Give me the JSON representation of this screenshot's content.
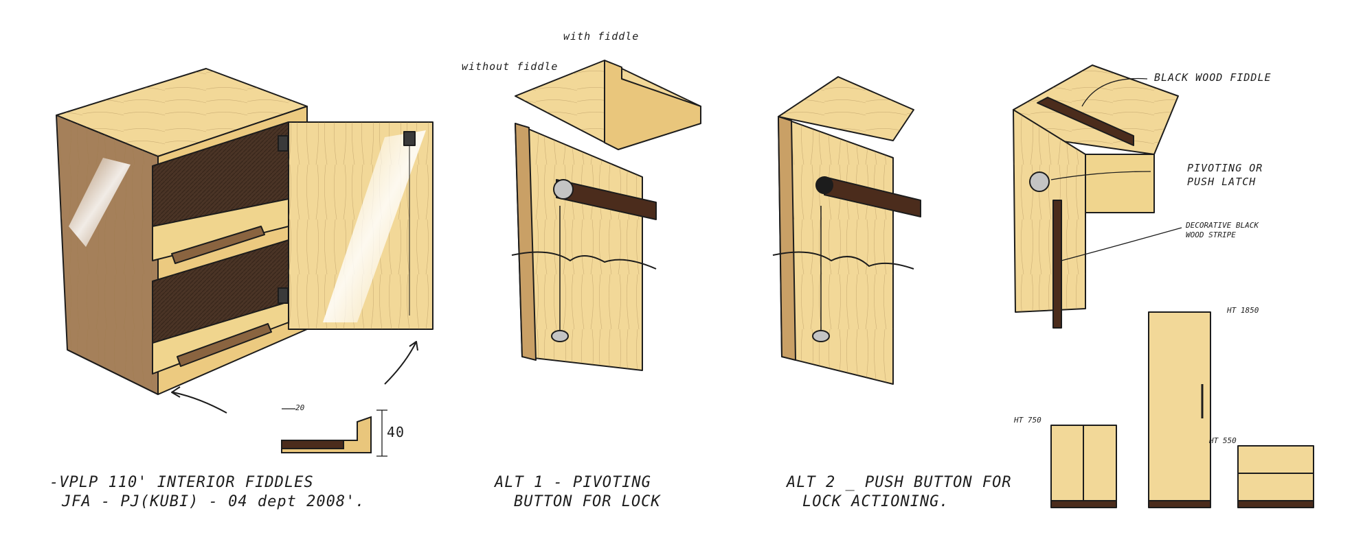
{
  "colors": {
    "wood_light": "#f4dd9f",
    "wood_mid": "#e9c67c",
    "wood_dark_side": "#a5805a",
    "shadow_interior": "#4a3426",
    "black_wood": "#4b2c1c",
    "ink": "#1c1c1c",
    "metal": "#c4c4c4"
  },
  "sketch1": {
    "caption_line1": "-VPLP 110'  INTERIOR FIDDLES",
    "caption_line2": "JFA - PJ(KUBI)  - 04 dept 2008'.",
    "dim_top": "20",
    "dim_side": "40"
  },
  "sketch2": {
    "label_with": "with fiddle",
    "label_without": "without fiddle",
    "caption_line1": "ALT 1 - PIVOTING",
    "caption_line2": "BUTTON FOR LOCK"
  },
  "sketch3": {
    "caption_line1": "ALT 2 _ PUSH BUTTON  FOR",
    "caption_line2": "LOCK ACTIONING."
  },
  "sketch4": {
    "label_fiddle": "BLACK WOOD FIDDLE",
    "label_latch_1": "PIVOTING OR",
    "label_latch_2": "PUSH LATCH",
    "label_strip_1": "DECORATIVE BLACK",
    "label_strip_2": "WOOD STRIPE",
    "ht_tall": "HT 1850",
    "ht_low": "HT 750",
    "ht_drawer": "HT 550"
  }
}
